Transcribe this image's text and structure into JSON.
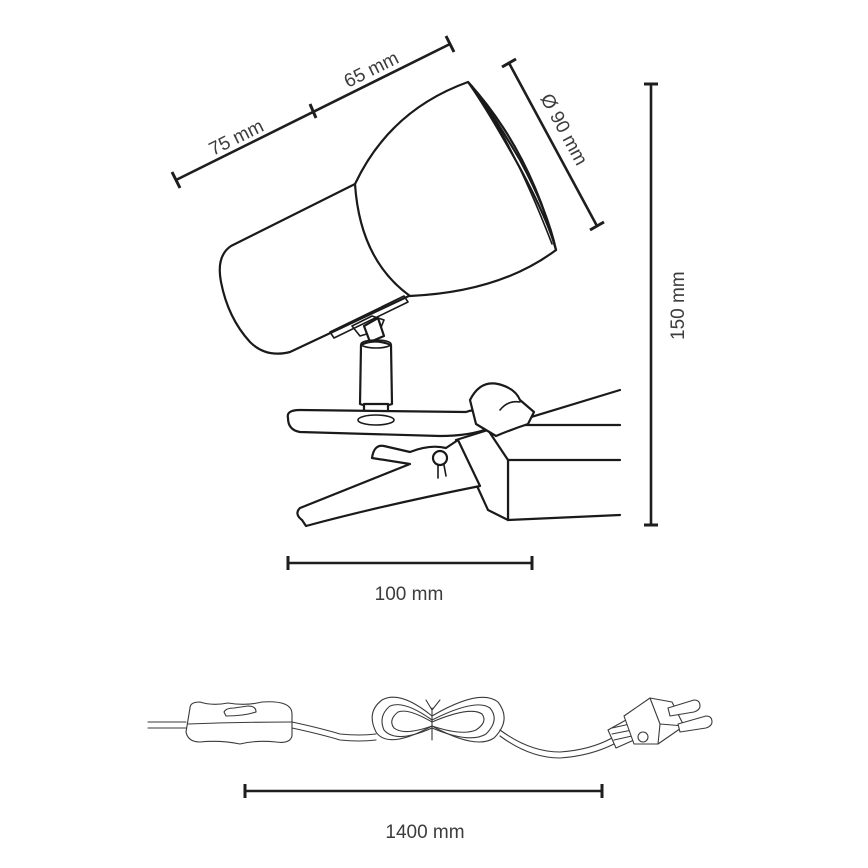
{
  "diagram": {
    "title": "Clip lamp dimension drawing",
    "line_color": "#1e1e1e",
    "label_color": "#3c3c3c",
    "background": "#ffffff"
  },
  "dimensions": {
    "body_length": {
      "label": "75 mm",
      "value": 75,
      "unit": "mm",
      "orientation": "diagonal"
    },
    "shade_length": {
      "label": "65 mm",
      "value": 65,
      "unit": "mm",
      "orientation": "diagonal"
    },
    "shade_diameter": {
      "label": "Ø 90 mm",
      "value": 90,
      "unit": "mm",
      "orientation": "diagonal"
    },
    "total_height": {
      "label": "150 mm",
      "value": 150,
      "unit": "mm",
      "orientation": "vertical"
    },
    "clip_width": {
      "label": "100 mm",
      "value": 100,
      "unit": "mm",
      "orientation": "horizontal"
    },
    "cable_length": {
      "label": "1400 mm",
      "value": 1400,
      "unit": "mm",
      "orientation": "horizontal"
    }
  },
  "components": {
    "lamp_shade": "lamp-shade",
    "lamp_body": "lamp-body",
    "swivel_joint": "swivel-joint",
    "clip": "spring-clip",
    "mounting_surface": "table-edge",
    "inline_switch": "inline-switch",
    "cable_coil": "coiled-cable",
    "plug": "euro-plug"
  }
}
